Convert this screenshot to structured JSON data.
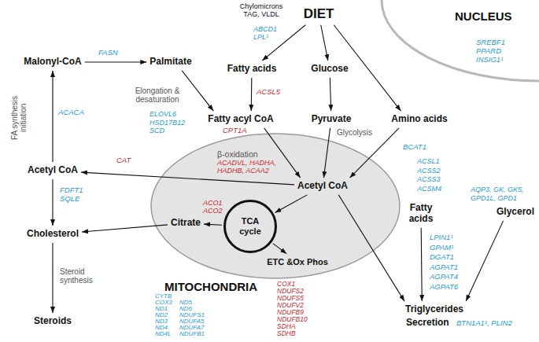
{
  "diagram": {
    "nodes": [
      {
        "text": [
          "DIET"
        ]
      },
      {
        "text": [
          "NUCLEUS",
          "SREBF1 PPARD INSIG1¹"
        ]
      },
      {
        "text": [
          "Malonyl-CoA"
        ]
      },
      {
        "text": [
          "Palmitate"
        ]
      },
      {
        "text": [
          "Fatty acids"
        ]
      },
      {
        "text": [
          "Glucose"
        ]
      },
      {
        "text": [
          "Fatty acyl CoA"
        ]
      },
      {
        "text": [
          "Pyruvate"
        ]
      },
      {
        "text": [
          "Amino acids"
        ]
      },
      {
        "text": [
          "Acetyl CoA"
        ]
      },
      {
        "text": [
          "MITOCHONDRIA"
        ]
      },
      {
        "text": [
          "Acetyl CoA"
        ],
        "in": 10
      },
      {
        "text": [
          "TCA cycle"
        ],
        "in": 10
      },
      {
        "text": [
          "Citrate"
        ],
        "in": 10
      },
      {
        "text": [
          "ETC &Ox Phos"
        ],
        "in": 10
      },
      {
        "text": [
          "Cholesterol"
        ]
      },
      {
        "text": [
          "Fatty acids"
        ]
      },
      {
        "text": [
          "Glycerol"
        ]
      },
      {
        "text": [
          "Triglycerides"
        ]
      },
      {
        "text": [
          "Steroids"
        ]
      }
    ],
    "edges": [
      {
        "from": 0,
        "to": 4,
        "arrow": "to"
      },
      {
        "from": 0,
        "to": 5,
        "arrow": "to"
      },
      {
        "from": 0,
        "to": 8,
        "arrow": "to"
      },
      {
        "from": 2,
        "to": 3,
        "arrow": "to"
      },
      {
        "from": 3,
        "to": 6,
        "arrow": "to"
      },
      {
        "from": 4,
        "to": 6,
        "arrow": "to"
      },
      {
        "from": 5,
        "to": 7,
        "arrow": "to"
      },
      {
        "from": 7,
        "to": 11,
        "arrow": "to"
      },
      {
        "from": 8,
        "to": 11,
        "arrow": "to"
      },
      {
        "from": 6,
        "to": 11,
        "arrow": "to"
      },
      {
        "from": 9,
        "to": 2,
        "arrow": "to"
      },
      {
        "from": 11,
        "to": 9,
        "arrow": "to"
      },
      {
        "from": 9,
        "to": 15,
        "arrow": "to"
      },
      {
        "from": 15,
        "to": 19,
        "arrow": "to"
      },
      {
        "from": 13,
        "to": 15,
        "arrow": "to"
      },
      {
        "from": 12,
        "to": 13,
        "arrow": "to"
      },
      {
        "from": 11,
        "to": 12,
        "arrow": "to"
      },
      {
        "from": 12,
        "to": 14,
        "arrow": "to"
      },
      {
        "from": 11,
        "to": 18,
        "arrow": "to"
      },
      {
        "from": 16,
        "to": 18,
        "arrow": "to"
      },
      {
        "from": 17,
        "to": 18,
        "arrow": "to"
      }
    ],
    "labels": [
      "Chylomicrons TAG, VLDL",
      "ABCD1 LPL¹",
      "FASN",
      "FA synthesis initiation",
      "ACACA",
      "Elongation & desaturation",
      "ELOVL6 HSD17B12 SCD",
      "ACSL5",
      "CPT1A",
      "Glycolysis",
      "BCAT1",
      "CAT",
      "β-oxidation",
      "ACADVL, HADHA, HADHB, ACAA2",
      "FDFT1 SQLE",
      "ACO1 ACO2",
      "Steroid synthesis",
      "ACSL1 ACSS2 ACSS3 ACSM4",
      "AQP3, GK, GK5, GPD1L, GPD1",
      "LPIN1¹ GPAM¹ DGAT1 AGPAT1 AGPAT4 AGPAT6",
      "Secretion",
      "BTN1A1¹, PLIN2",
      "CYTB COX3 ND1 ND2 ND3 ND4 ND4L",
      "ND5 ND6 NDUFS1 NDUFA5 NDUFA7 NDUFB1",
      "COX1 NDUFS2 NDUFS5 NDUFV2 NDUFB9 NDUFB10 SDHA SDHB"
    ]
  }
}
